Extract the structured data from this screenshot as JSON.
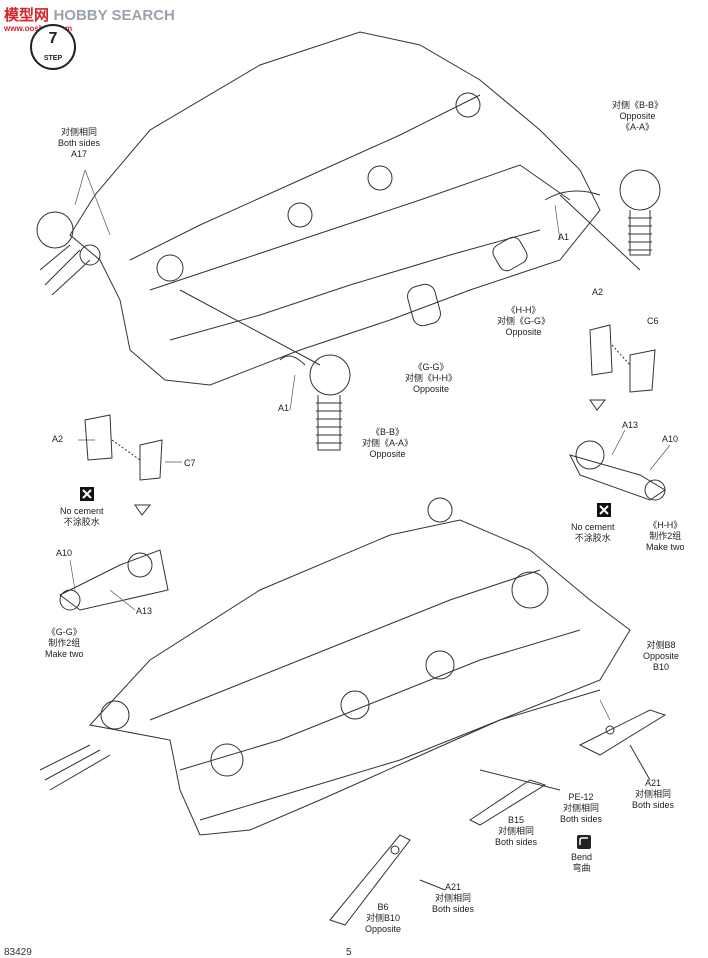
{
  "watermark": {
    "brand_red": "模型网",
    "brand_grey": "HOBBY SEARCH",
    "url": "www.ooshop.com"
  },
  "step": {
    "label": "STEP",
    "number": "7"
  },
  "labels": {
    "a17_cn": "对侧相同",
    "a17_en": "Both sides",
    "a17_part": "A17",
    "bb_top_code": "《B-B》",
    "bb_top_opp": "Opposite",
    "bb_top_aa": "《A-A》",
    "bb_top_cn": "对侧",
    "a1_right": "A1",
    "hh_code": "《H-H》",
    "hh_cn": "对侧《G-G》",
    "hh_opp": "Opposite",
    "a2_right": "A2",
    "c6": "C6",
    "gg_code": "《G-G》",
    "gg_cn": "对侧《H-H》",
    "gg_opp": "Opposite",
    "a1_mid": "A1",
    "bb_mid_code": "《B-B》",
    "bb_mid_cn": "对侧《A-A》",
    "bb_mid_opp": "Opposite",
    "a2_left": "A2",
    "c7": "C7",
    "nocement_left_en": "No cement",
    "nocement_left_cn": "不涂胶水",
    "a10_left": "A10",
    "a13_left": "A13",
    "gg2_code": "《G-G》",
    "gg2_cn": "制作2组",
    "gg2_en": "Make two",
    "a13_right": "A13",
    "a10_right": "A10",
    "nocement_right_en": "No cement",
    "nocement_right_cn": "不涂胶水",
    "hh2_code": "《H-H》",
    "hh2_cn": "制作2组",
    "hh2_en": "Make two",
    "b8_cn": "对侧B8",
    "b8_opp": "Opposite",
    "b10_part": "B10",
    "a21_right_part": "A21",
    "a21_right_cn": "对侧相同",
    "a21_right_en": "Both sides",
    "pe12_part": "PE-12",
    "pe12_cn": "对侧相同",
    "pe12_en": "Both sides",
    "bend_en": "Bend",
    "bend_cn": "弯曲",
    "b15_part": "B15",
    "b15_cn": "对侧相同",
    "b15_en": "Both sides",
    "a21_bottom_part": "A21",
    "a21_bottom_cn": "对侧相同",
    "a21_bottom_en": "Both sides",
    "b6_part": "B6",
    "b6_cn": "对侧B10",
    "b6_opp": "Opposite"
  },
  "footer": {
    "code": "83429",
    "page": "5"
  }
}
